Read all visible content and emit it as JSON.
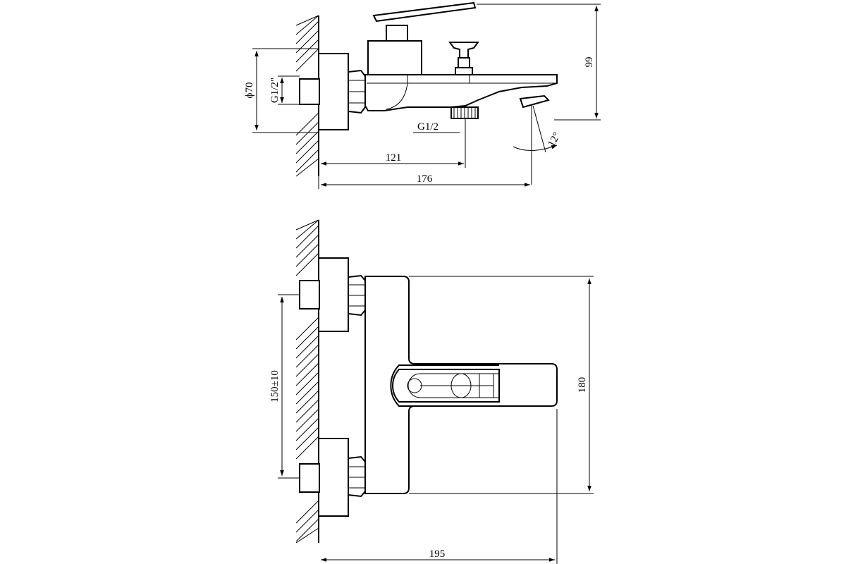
{
  "side_view": {
    "dim_diameter": "ϕ70",
    "dim_inlet_thread": "G1/2\"",
    "dim_outlet_thread": "G1/2",
    "dim_angle": "12°",
    "dim_height": "99",
    "dim_outlet_offset": "121",
    "dim_depth": "176"
  },
  "front_view": {
    "dim_centers": "150±10",
    "dim_height": "180",
    "dim_width": "195"
  }
}
